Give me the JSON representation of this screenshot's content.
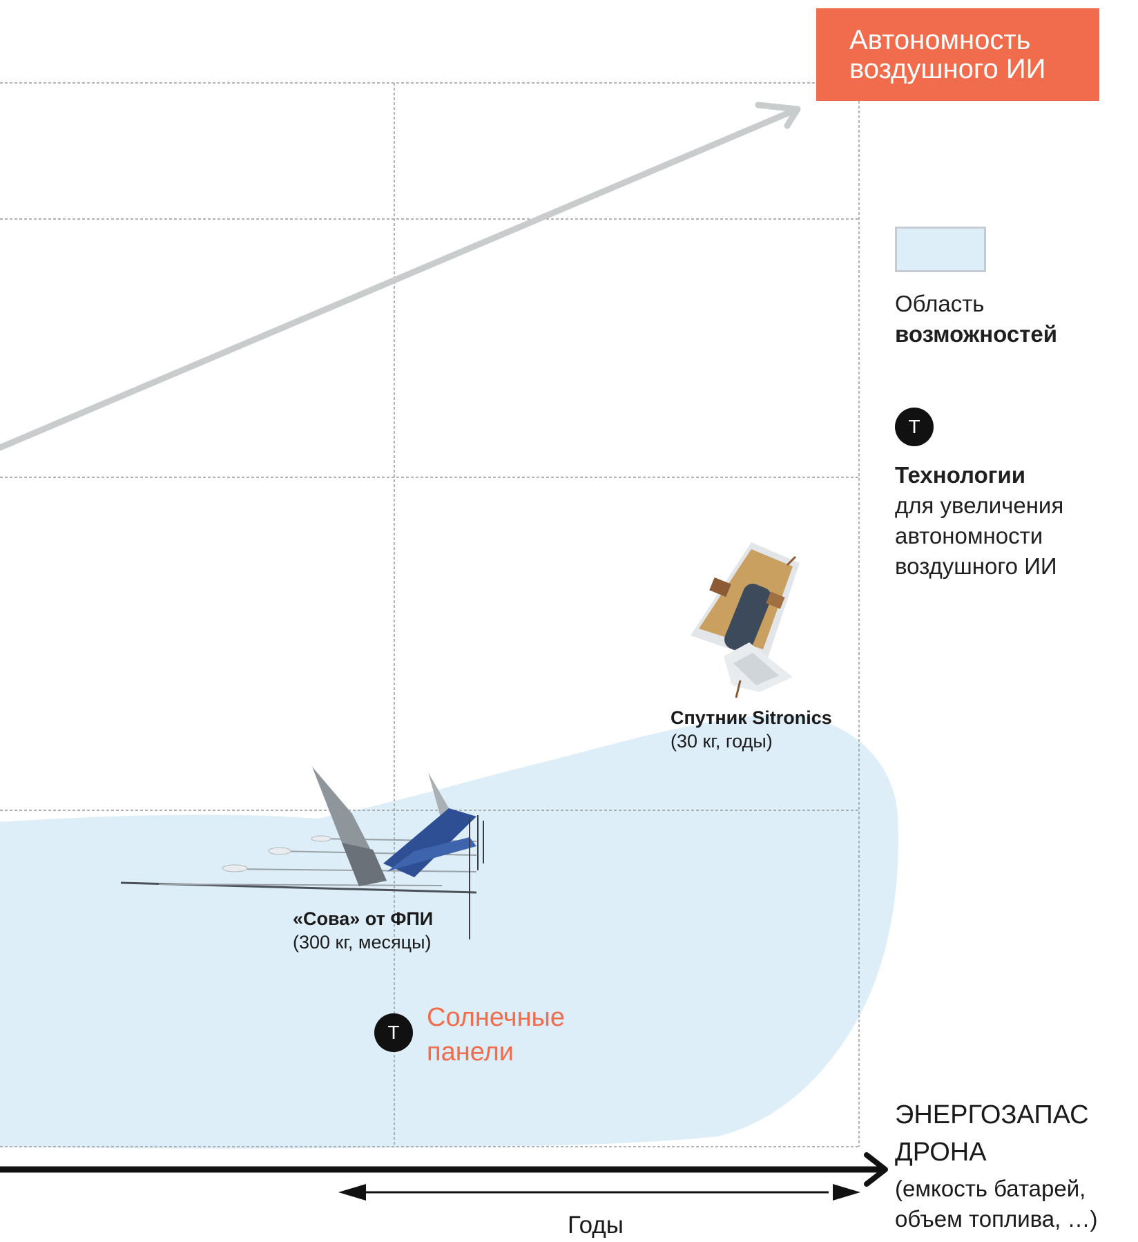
{
  "title": {
    "line1": "Автономность",
    "line2": "воздушного ИИ",
    "color": "#f06c4c"
  },
  "legend": {
    "area": {
      "line1": "Область",
      "line2": "возможностей",
      "fill_color": "#ddeef9"
    },
    "technology": {
      "badge": "Т",
      "heading": "Технологии",
      "lines": [
        "для увеличения",
        "автономности",
        "воздушного ИИ"
      ]
    }
  },
  "items": {
    "satellite": {
      "name": "Спутник Sitronics",
      "details": "(30 кг, годы)",
      "icon": "satellite-icon"
    },
    "sova": {
      "name": "«Сова» от ФПИ",
      "details": "(300 кг, месяцы)",
      "icon": "solar-drone-icon"
    },
    "solar": {
      "badge": "Т",
      "line1": "Солнечные",
      "line2": "панели"
    }
  },
  "axis": {
    "title_line1": "ЭНЕРГОЗАПАС",
    "title_line2": "ДРОНА",
    "sub_line1": "(емкость батарей,",
    "sub_line2": "объем топлива, …)",
    "range_label": "Годы"
  },
  "colors": {
    "grid": "#9a9a9a",
    "trend_arrow": "#c8cccd",
    "axis": "#111111"
  }
}
